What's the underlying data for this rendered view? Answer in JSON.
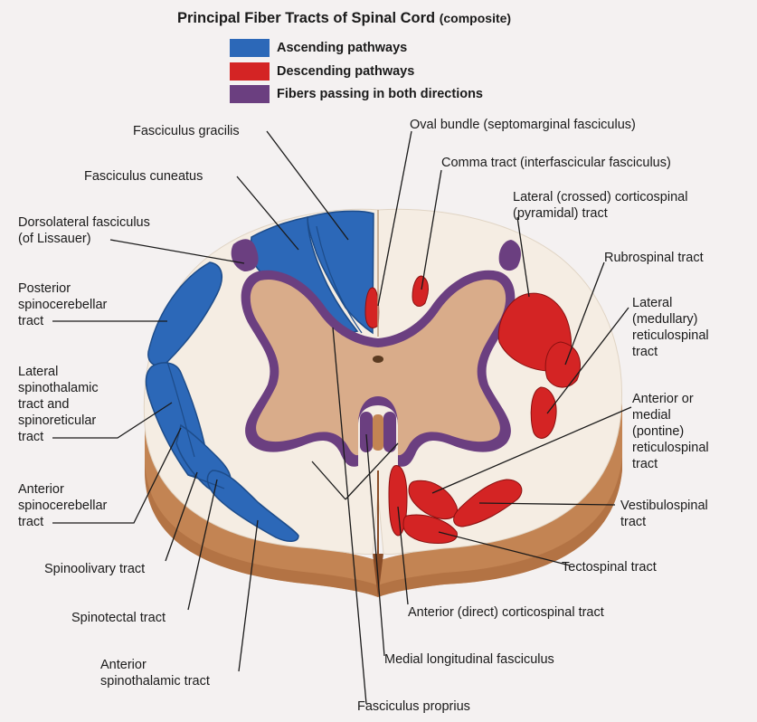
{
  "title": {
    "main": "Principal Fiber Tracts of Spinal Cord",
    "suffix": "(composite)"
  },
  "legend": [
    {
      "label": "Ascending pathways",
      "color": "#2c68b8"
    },
    {
      "label": "Descending pathways",
      "color": "#d42424"
    },
    {
      "label": "Fibers passing in both directions",
      "color": "#6b3f80"
    }
  ],
  "colors": {
    "background": "#f4f1f1",
    "white_matter": "#f5ede3",
    "gray_matter": "#d9ac8a",
    "cut_side": "#c38453",
    "ascending": "#2c68b8",
    "descending": "#d42424",
    "both_directions": "#6b3f80"
  },
  "labels": {
    "fasciculus_gracilis": "Fasciculus gracilis",
    "fasciculus_cuneatus": "Fasciculus cuneatus",
    "dorsolateral_fasciculus": "Dorsolateral fasciculus\n(of Lissauer)",
    "posterior_spinocerebellar": "Posterior\nspinocerebellar\ntract",
    "lateral_spinothalamic": "Lateral\nspinothalamic\ntract and\nspinoreticular\ntract",
    "anterior_spinocerebellar": "Anterior\nspinocerebellar\ntract",
    "spinoolivary": "Spinoolivary tract",
    "spinotectal": "Spinotectal tract",
    "anterior_spinothalamic": "Anterior\nspinothalamic tract",
    "oval_bundle": "Oval bundle (septomarginal fasciculus)",
    "comma_tract": "Comma tract (interfascicular fasciculus)",
    "lateral_corticospinal": "Lateral (crossed) corticospinal\n(pyramidal) tract",
    "rubrospinal": "Rubrospinal tract",
    "lateral_reticulospinal": "Lateral\n(medullary)\nreticulospinal\ntract",
    "anterior_reticulospinal": "Anterior or\nmedial\n(pontine)\nreticulospinal\ntract",
    "vestibulospinal": "Vestibulospinal\ntract",
    "tectospinal": "Tectospinal tract",
    "anterior_corticospinal": "Anterior (direct) corticospinal tract",
    "medial_longitudinal": "Medial longitudinal fasciculus",
    "fasciculus_proprius": "Fasciculus proprius"
  }
}
